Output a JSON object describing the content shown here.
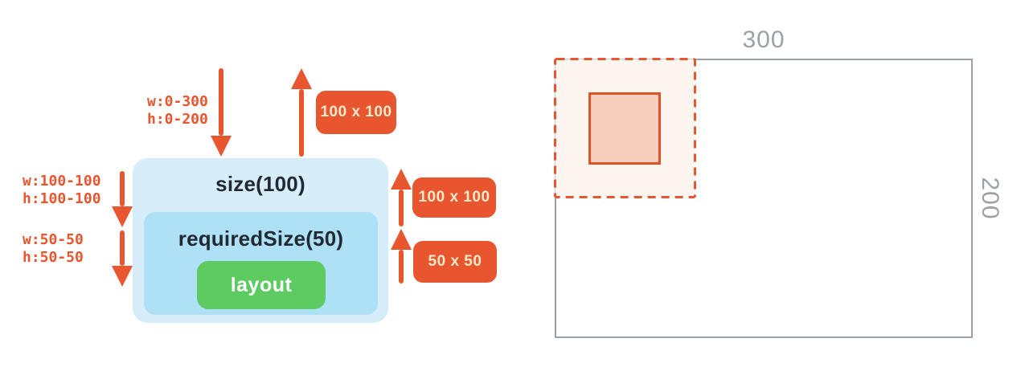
{
  "colors": {
    "orange": "#E7562E",
    "badge-text": "#F7E9C9",
    "outer-box": "#D7EEFA",
    "inner-box": "#AEE0F6",
    "green": "#5DCB62",
    "dark-text": "#212A33",
    "gray": "#9CA1A7",
    "dashed-fill": "#FDF6F0",
    "salmon-fill": "#F6CFBD",
    "salmon-border": "#DC5528"
  },
  "left_diagram": {
    "incoming_constraints": {
      "width": "w:0-300",
      "height": "h:0-200"
    },
    "outgoing_size_badge": "100 x 100",
    "size_modifier": {
      "label": "size(100)",
      "constraints": {
        "width": "w:100-100",
        "height": "h:100-100"
      },
      "size_badge": "100 x 100"
    },
    "required_size_modifier": {
      "label": "requiredSize(50)",
      "constraints": {
        "width": "w:50-50",
        "height": "h:50-50"
      },
      "size_badge": "50 x 50"
    },
    "layout_label": "layout"
  },
  "right_diagram": {
    "parent_width_label": "300",
    "parent_height_label": "200"
  }
}
